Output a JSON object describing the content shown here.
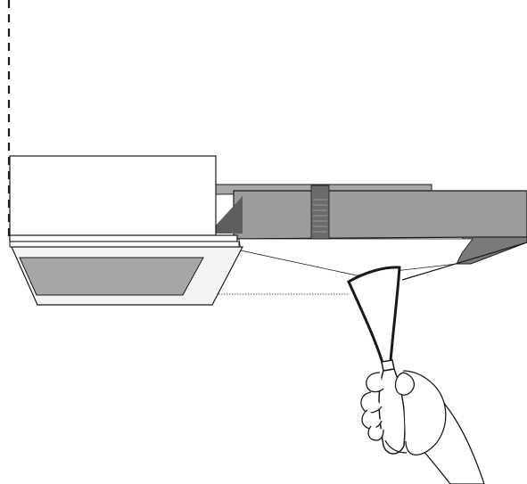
{
  "figure": {
    "kind": "installation-illustration",
    "elements": [
      "vertical-reference-line",
      "ceiling-cassette-unit",
      "cassette-front-panel",
      "ceiling-panel",
      "joint-compound-seam",
      "putty-knife",
      "hand"
    ]
  },
  "colors": {
    "outline": "#1a1a1a",
    "panel_gray": "#9a9a9a",
    "seam_gray": "#6b6b6b",
    "light_fill": "#ffffff",
    "grille_gray": "#a6a6a6"
  },
  "icons": {
    "tool": "putty-knife-icon",
    "hand": "hand-icon"
  }
}
